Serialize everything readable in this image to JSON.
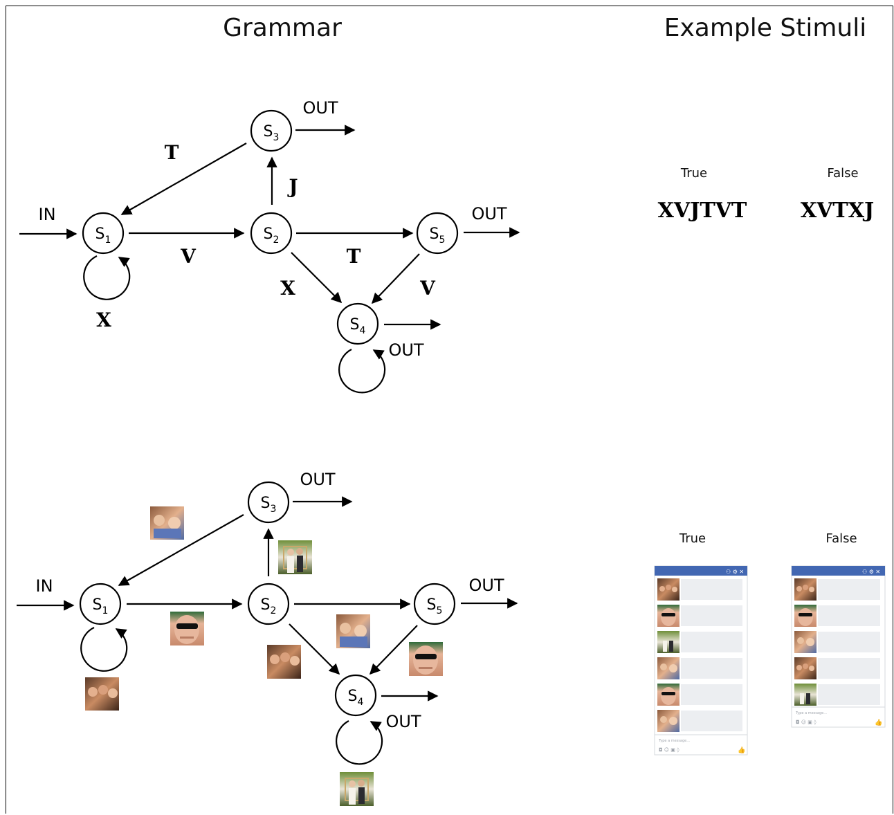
{
  "headings": {
    "grammar": "Grammar",
    "examples": "Example Stimuli"
  },
  "grammar_letters": {
    "in": "IN",
    "out": "OUT",
    "states": [
      {
        "id": "s1",
        "main": "S",
        "sub": "1"
      },
      {
        "id": "s2",
        "main": "S",
        "sub": "2"
      },
      {
        "id": "s3",
        "main": "S",
        "sub": "3"
      },
      {
        "id": "s4",
        "main": "S",
        "sub": "4"
      },
      {
        "id": "s5",
        "main": "S",
        "sub": "5"
      }
    ],
    "transitions": {
      "s1_loop": "X",
      "s1_s2": "V",
      "s2_s3": "J",
      "s3_s1": "T",
      "s2_s5": "T",
      "s2_s4": "X",
      "s5_s4": "V"
    }
  },
  "grammar_faces": {
    "in": "IN",
    "out": "OUT",
    "states": [
      {
        "id": "s1",
        "main": "S",
        "sub": "1"
      },
      {
        "id": "s2",
        "main": "S",
        "sub": "2"
      },
      {
        "id": "s3",
        "main": "S",
        "sub": "3"
      },
      {
        "id": "s4",
        "main": "S",
        "sub": "4"
      },
      {
        "id": "s5",
        "main": "S",
        "sub": "5"
      }
    ]
  },
  "examples_letters": {
    "true_label": "True",
    "false_label": "False",
    "true_string": "XVJTVT",
    "false_string": "XVTXJ"
  },
  "examples_faces": {
    "true_label": "True",
    "false_label": "False",
    "true_sequence": [
      "group-selfie",
      "sunglasses-man",
      "wedding-couple",
      "kids-photo",
      "sunglasses-man",
      "kids-photo"
    ],
    "false_sequence": [
      "group-selfie",
      "sunglasses-man",
      "kids-photo",
      "group-selfie",
      "wedding-couple"
    ],
    "message_placeholder": "Type a message..."
  }
}
